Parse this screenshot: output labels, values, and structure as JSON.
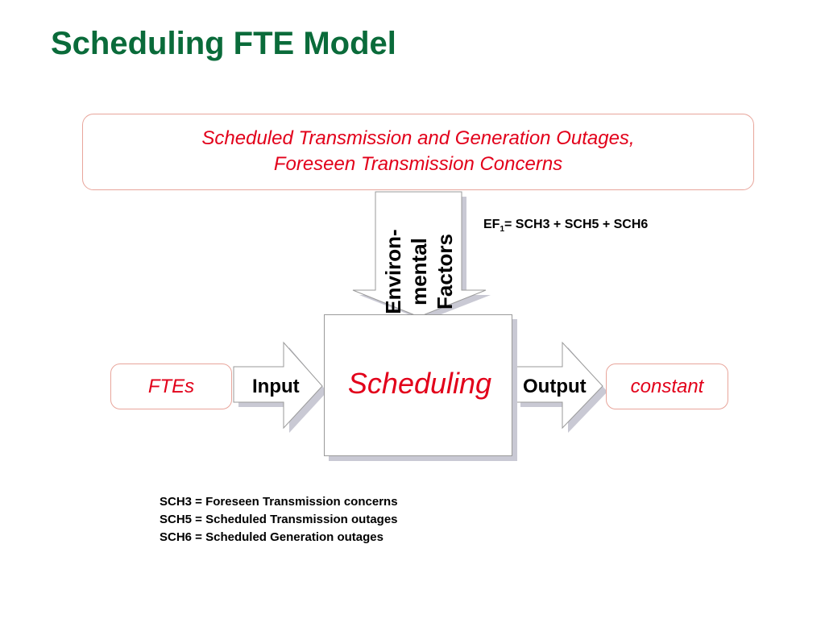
{
  "title": "Scheduling FTE Model",
  "outages_box": {
    "line1": "Scheduled Transmission and Generation Outages,",
    "line2": "Foreseen Transmission Concerns"
  },
  "environmental_arrow": {
    "line1": "Environ-",
    "line2": "mental",
    "line3": "Factors"
  },
  "formula": {
    "lhs": "EF",
    "subscript": "1",
    "rhs": "= SCH3 + SCH5 + SCH6"
  },
  "process": {
    "label": "Scheduling"
  },
  "input": {
    "box": "FTEs",
    "arrow_label": "Input"
  },
  "output": {
    "box": "constant",
    "arrow_label": "Output"
  },
  "definitions": [
    "SCH3 = Foreseen Transmission concerns",
    "SCH5 = Scheduled Transmission outages",
    "SCH6 = Scheduled Generation outages"
  ],
  "colors": {
    "title": "#0a6b3a",
    "accent_text": "#e2001a",
    "box_border": "#e8a59b",
    "shadow": "#c9c9d4"
  }
}
